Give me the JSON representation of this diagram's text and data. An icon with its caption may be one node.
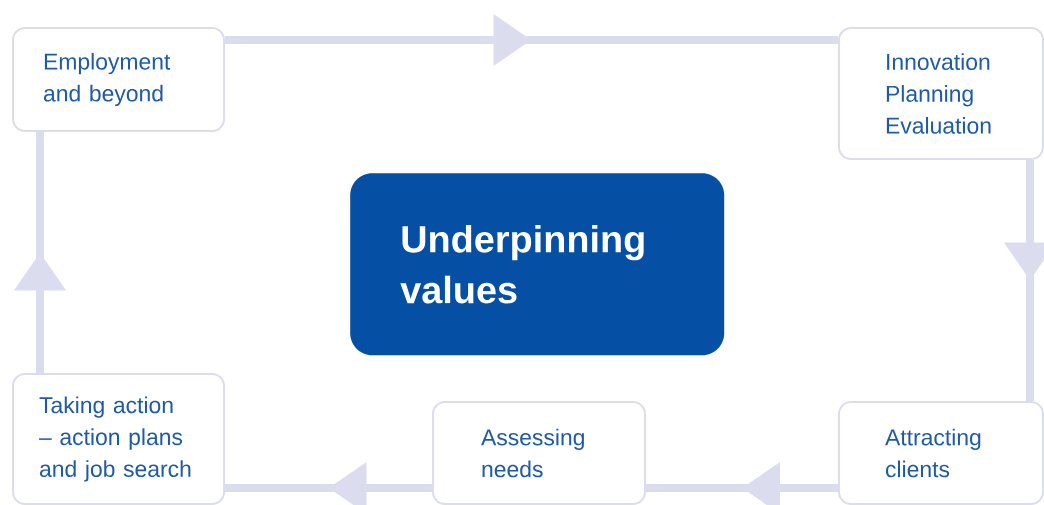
{
  "diagram": {
    "nodes": [
      {
        "text": [
          "Employment and beyond"
        ]
      },
      {
        "text": [
          "Innovation Planning Evaluation"
        ]
      },
      {
        "text": [
          "Underpinning values"
        ]
      },
      {
        "text": [
          "Taking action – action plans and job search"
        ]
      },
      {
        "text": [
          "Assessing needs"
        ]
      },
      {
        "text": [
          "Attracting clients"
        ]
      }
    ],
    "edges": [
      {
        "from": 0,
        "to": 1,
        "arrow": "to"
      },
      {
        "from": 1,
        "to": 5,
        "arrow": "to"
      },
      {
        "from": 5,
        "to": 4,
        "arrow": "to"
      },
      {
        "from": 4,
        "to": 3,
        "arrow": "to"
      },
      {
        "from": 3,
        "to": 0,
        "arrow": "to"
      }
    ]
  }
}
